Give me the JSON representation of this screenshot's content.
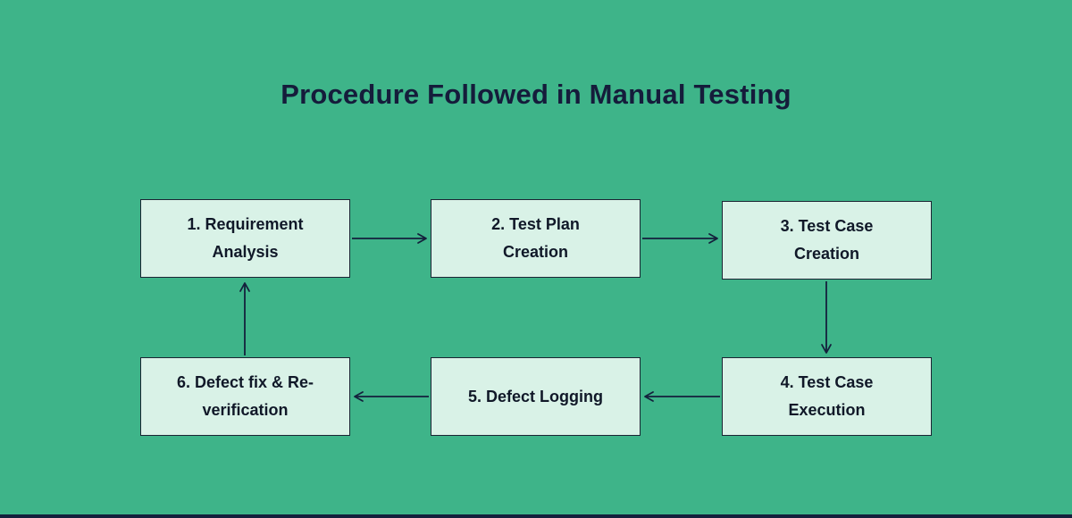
{
  "title": "Procedure Followed in Manual Testing",
  "colors": {
    "background": "#3eb489",
    "box_fill": "#d9f2e7",
    "box_border": "#1b2433",
    "title_color": "#151c3b",
    "text_color": "#101828",
    "arrow_color": "#14203c"
  },
  "diagram": {
    "steps": [
      {
        "line1": "1. Requirement",
        "line2": "Analysis"
      },
      {
        "line1": "2. Test Plan",
        "line2": "Creation"
      },
      {
        "line1": "3. Test Case",
        "line2": "Creation"
      },
      {
        "line1": "4. Test Case",
        "line2": "Execution"
      },
      {
        "line1": "5. Defect Logging",
        "line2": ""
      },
      {
        "line1": "6. Defect fix & Re-",
        "line2": "verification"
      }
    ],
    "connections": [
      "step1->step2",
      "step2->step3",
      "step3->step4",
      "step4->step5",
      "step5->step6",
      "step6->step1"
    ]
  }
}
